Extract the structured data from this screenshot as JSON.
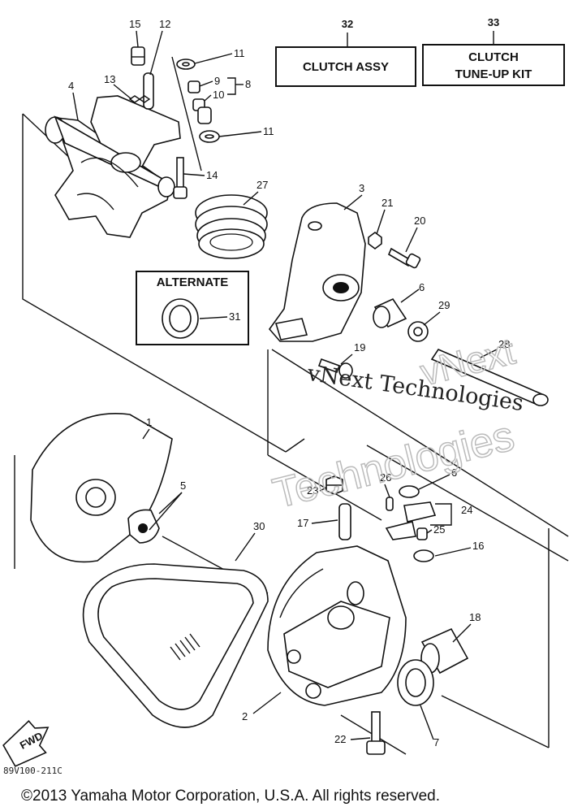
{
  "boxes": {
    "clutch_assy": {
      "number": "32",
      "label": "CLUTCH ASSY"
    },
    "tune_up": {
      "number": "33",
      "line1": "CLUTCH",
      "line2": "TUNE-UP KIT"
    },
    "alternate": {
      "label": "ALTERNATE"
    }
  },
  "callouts": {
    "c1": "1",
    "c2": "2",
    "c3": "3",
    "c4": "4",
    "c5": "5",
    "c6a": "6",
    "c6b": "6",
    "c7": "7",
    "c8": "8",
    "c9": "9",
    "c10": "10",
    "c11a": "11",
    "c11b": "11",
    "c12": "12",
    "c13": "13",
    "c14": "14",
    "c15": "15",
    "c16": "16",
    "c17": "17",
    "c18": "18",
    "c19": "19",
    "c20": "20",
    "c21": "21",
    "c22": "22",
    "c23": "23",
    "c24": "24",
    "c25": "25",
    "c26": "26",
    "c27": "27",
    "c28": "28",
    "c29": "29",
    "c30": "30",
    "c31": "31"
  },
  "fwd_label": "FWD",
  "watermark": {
    "line1": "vNext Technologies",
    "line2": "Technologies",
    "line3": "vNext"
  },
  "diagram_code": "89V100-211C",
  "copyright": "©2013 Yamaha Motor Corporation, U.S.A. All rights reserved."
}
